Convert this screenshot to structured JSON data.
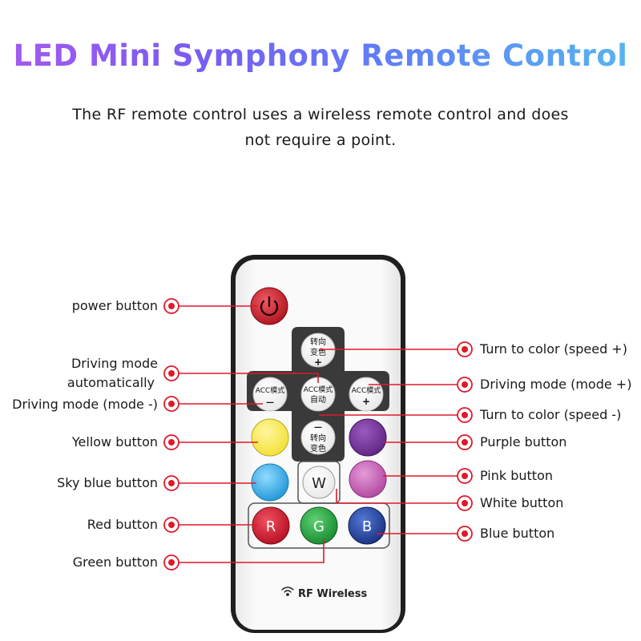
{
  "title": "LED Mini Symphony Remote Control",
  "subtitle_line1": "The RF remote control uses a wireless remote control and does",
  "subtitle_line2": "not require a point.",
  "labels": {
    "power": "power button",
    "driving_auto_1": "Driving mode",
    "driving_auto_2": "automatically",
    "mode_minus": "Driving mode (mode -)",
    "yellow": "Yellow button",
    "sky_blue": "Sky blue button",
    "red": "Red button",
    "green": "Green button",
    "speed_plus": "Turn to color (speed +)",
    "mode_plus": "Driving mode (mode +)",
    "speed_minus": "Turn to color (speed -)",
    "purple": "Purple button",
    "pink": "Pink button",
    "white": "White button",
    "blue": "Blue button"
  },
  "remote": {
    "key_turn_top_1": "转向",
    "key_turn_top_2": "变色",
    "key_turn_top_sign": "+",
    "key_acc_left": "ACC模式",
    "key_acc_left_sign": "—",
    "key_acc_mid_1": "ACC模式",
    "key_acc_mid_2": "自动",
    "key_acc_right": "ACC模式",
    "key_acc_right_sign": "+",
    "key_turn_bot_sign": "—",
    "key_turn_bot_1": "转向",
    "key_turn_bot_2": "变色",
    "key_w": "W",
    "key_r": "R",
    "key_g": "G",
    "key_b": "B",
    "brand": "RF Wireless"
  },
  "colors": {
    "yellow": "#f2e032",
    "purple": "#6e2d91",
    "sky_blue": "#2fa8e4",
    "pink": "#c25cb4",
    "red": "#c8102e",
    "green": "#1f9d3a",
    "blue": "#1f3f9a",
    "power": "#c81e2a",
    "callout": "#e0192a"
  },
  "icons": {
    "power": "power-icon",
    "wifi": "wifi-icon"
  }
}
